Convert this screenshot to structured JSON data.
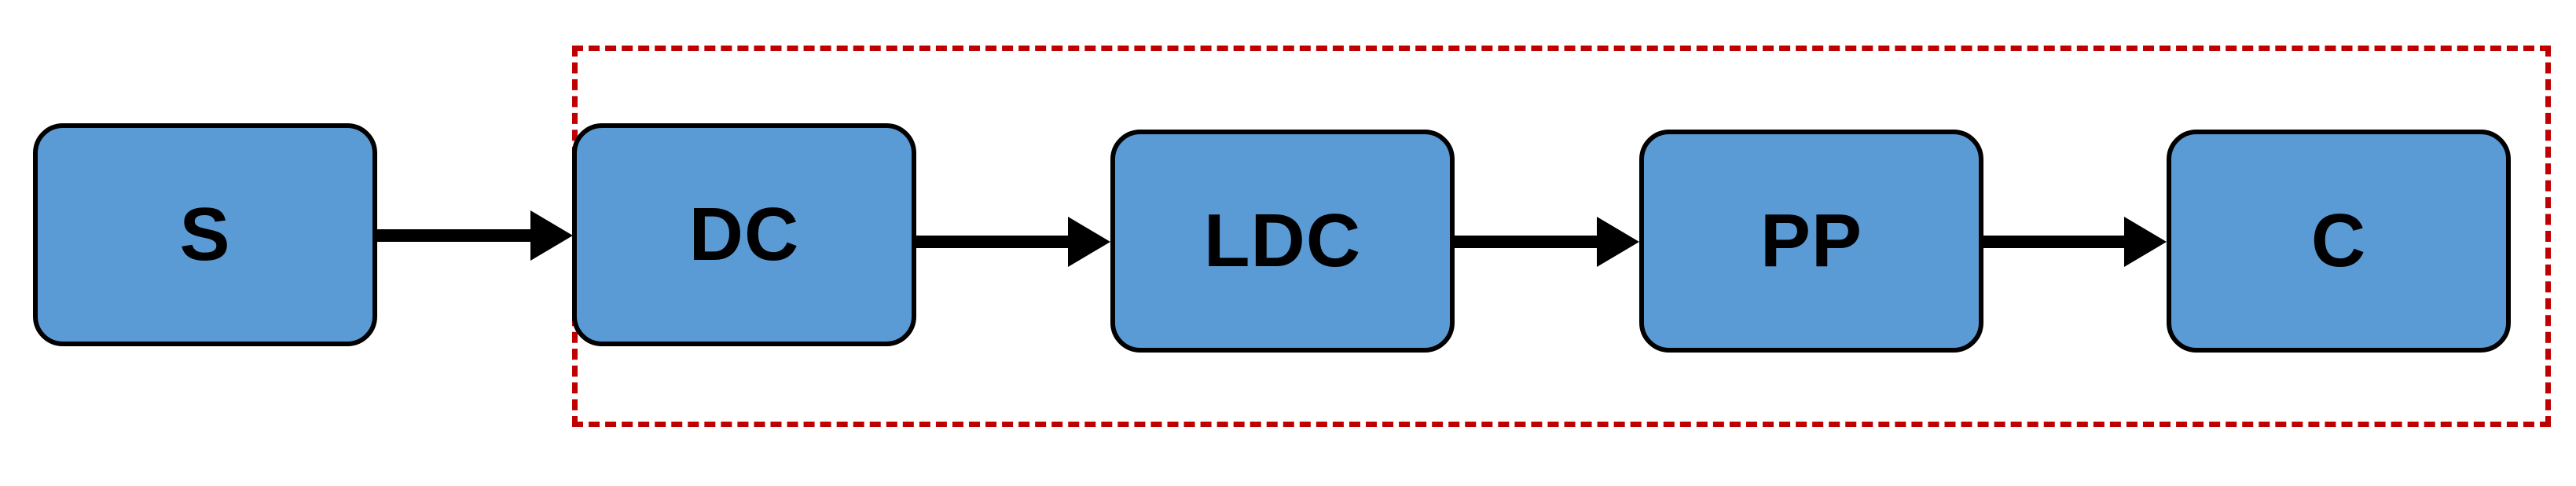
{
  "diagram": {
    "nodes": [
      {
        "id": "S",
        "label": "S"
      },
      {
        "id": "DC",
        "label": "DC"
      },
      {
        "id": "LDC",
        "label": "LDC"
      },
      {
        "id": "PP",
        "label": "PP"
      },
      {
        "id": "C",
        "label": "C"
      }
    ],
    "edges": [
      {
        "from": "S",
        "to": "DC"
      },
      {
        "from": "DC",
        "to": "LDC"
      },
      {
        "from": "LDC",
        "to": "PP"
      },
      {
        "from": "PP",
        "to": "C"
      }
    ],
    "group": {
      "style": "dashed",
      "color": "#c00000",
      "contains": [
        "DC",
        "LDC",
        "PP",
        "C"
      ]
    },
    "colors": {
      "node_fill": "#5b9bd5",
      "node_border": "#000000",
      "arrow": "#000000"
    }
  }
}
